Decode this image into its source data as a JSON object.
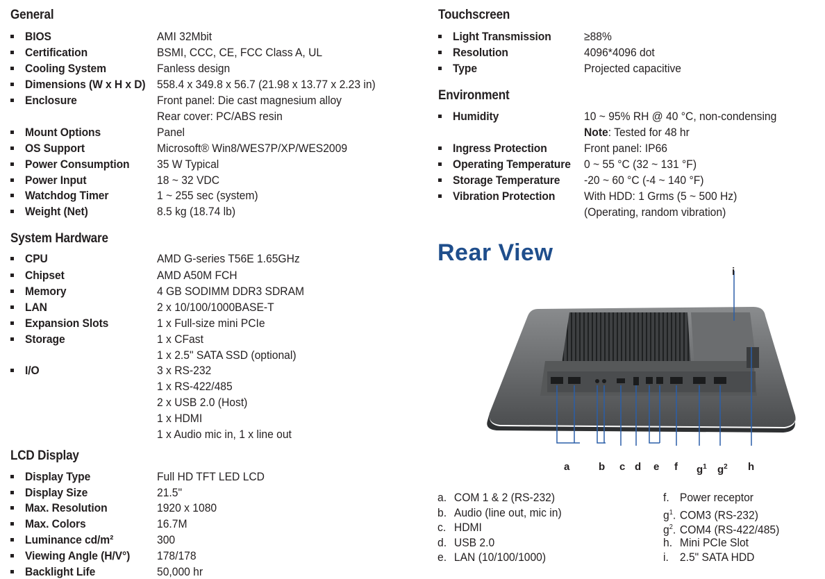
{
  "general": {
    "title": "General",
    "rows": [
      {
        "label": "BIOS",
        "values": [
          "AMI 32Mbit"
        ]
      },
      {
        "label": "Certification",
        "values": [
          "BSMI, CCC, CE, FCC Class A, UL"
        ]
      },
      {
        "label": "Cooling System",
        "values": [
          "Fanless design"
        ]
      },
      {
        "label": "Dimensions (W x H x D)",
        "values": [
          "558.4 x 349.8 x 56.7 (21.98 x 13.77 x 2.23 in)"
        ]
      },
      {
        "label": "Enclosure",
        "values": [
          "Front panel: Die cast magnesium alloy",
          "Rear cover: PC/ABS resin"
        ]
      },
      {
        "label": "Mount Options",
        "values": [
          "Panel"
        ]
      },
      {
        "label": "OS Support",
        "values": [
          "Microsoft® Win8/WES7P/XP/WES2009"
        ]
      },
      {
        "label": "Power Consumption",
        "values": [
          "35 W Typical"
        ]
      },
      {
        "label": "Power Input",
        "values": [
          "18 ~ 32 VDC"
        ]
      },
      {
        "label": "Watchdog Timer",
        "values": [
          "1 ~ 255 sec (system)"
        ]
      },
      {
        "label": "Weight (Net)",
        "values": [
          "8.5 kg (18.74 lb)"
        ]
      }
    ]
  },
  "system_hardware": {
    "title": "System Hardware",
    "rows": [
      {
        "label": "CPU",
        "values": [
          "AMD G-series T56E 1.65GHz"
        ]
      },
      {
        "label": "Chipset",
        "values": [
          "AMD A50M FCH"
        ]
      },
      {
        "label": "Memory",
        "values": [
          "4 GB SODIMM DDR3 SDRAM"
        ]
      },
      {
        "label": "LAN",
        "values": [
          "2 x 10/100/1000BASE-T"
        ]
      },
      {
        "label": "Expansion Slots",
        "values": [
          "1 x Full-size mini PCIe"
        ]
      },
      {
        "label": "Storage",
        "values": [
          "1 x CFast",
          "1 x 2.5\" SATA SSD (optional)"
        ]
      },
      {
        "label": "I/O",
        "values": [
          "3 x RS-232",
          "1 x RS-422/485",
          "2 x USB 2.0 (Host)",
          "1 x HDMI",
          "1 x Audio mic in, 1 x line out"
        ]
      }
    ]
  },
  "lcd_display": {
    "title": "LCD Display",
    "rows": [
      {
        "label": "Display Type",
        "values": [
          "Full HD TFT LED LCD"
        ]
      },
      {
        "label": "Display Size",
        "values": [
          "21.5\""
        ]
      },
      {
        "label": "Max. Resolution",
        "values": [
          "1920 x 1080"
        ]
      },
      {
        "label": "Max. Colors",
        "values": [
          "16.7M"
        ]
      },
      {
        "label": "Luminance cd/m²",
        "values": [
          "300"
        ]
      },
      {
        "label": "Viewing Angle (H/V°)",
        "values": [
          "178/178"
        ]
      },
      {
        "label": "Backlight Life",
        "values": [
          "50,000 hr"
        ]
      }
    ]
  },
  "touchscreen": {
    "title": "Touchscreen",
    "rows": [
      {
        "label": "Light Transmission",
        "values": [
          "≥88%"
        ]
      },
      {
        "label": "Resolution",
        "values": [
          "4096*4096 dot"
        ]
      },
      {
        "label": "Type",
        "values": [
          "Projected capacitive"
        ]
      }
    ]
  },
  "environment": {
    "title": "Environment",
    "rows": [
      {
        "label": "Humidity",
        "values": [
          "10 ~ 95% RH @ 40 °C, non-condensing"
        ],
        "note_label": "Note",
        "note_text": ": Tested for 48 hr"
      },
      {
        "label": "Ingress Protection",
        "values": [
          "Front panel: IP66"
        ]
      },
      {
        "label": "Operating Temperature",
        "values": [
          "0 ~ 55 °C (32 ~ 131 °F)"
        ]
      },
      {
        "label": "Storage Temperature",
        "values": [
          "-20 ~ 60 °C (-4 ~ 140 °F)"
        ]
      },
      {
        "label": "Vibration Protection",
        "values": [
          "With HDD: 1 Grms (5 ~ 500 Hz)",
          "(Operating, random vibration)"
        ]
      }
    ]
  },
  "rear_view": {
    "title": "Rear View",
    "callouts": [
      "a",
      "b",
      "c",
      "d",
      "e",
      "f",
      "g",
      "g",
      "h",
      "i"
    ],
    "callout_sups": [
      "1",
      "2"
    ],
    "legend_left": [
      {
        "key": "a.",
        "text": "COM 1 & 2 (RS-232)"
      },
      {
        "key": "b.",
        "text": "Audio (line out, mic in)"
      },
      {
        "key": "c.",
        "text": "HDMI"
      },
      {
        "key": "d.",
        "text": "USB 2.0"
      },
      {
        "key": "e.",
        "text": "LAN (10/100/1000)"
      }
    ],
    "legend_right": [
      {
        "key": "f.",
        "text": "Power receptor"
      },
      {
        "key": "g",
        "sup": "1",
        "key_end": ".",
        "text": "COM3 (RS-232)"
      },
      {
        "key": "g",
        "sup": "2",
        "key_end": ".",
        "text": "COM4 (RS-422/485)"
      },
      {
        "key": "h.",
        "text": "Mini PCIe Slot"
      },
      {
        "key": "i.",
        "text": "2.5\" SATA HDD"
      }
    ]
  },
  "colors": {
    "heading_blue": "#1f4e8c",
    "text": "#231f20",
    "device_gray": "#5d5f61"
  }
}
